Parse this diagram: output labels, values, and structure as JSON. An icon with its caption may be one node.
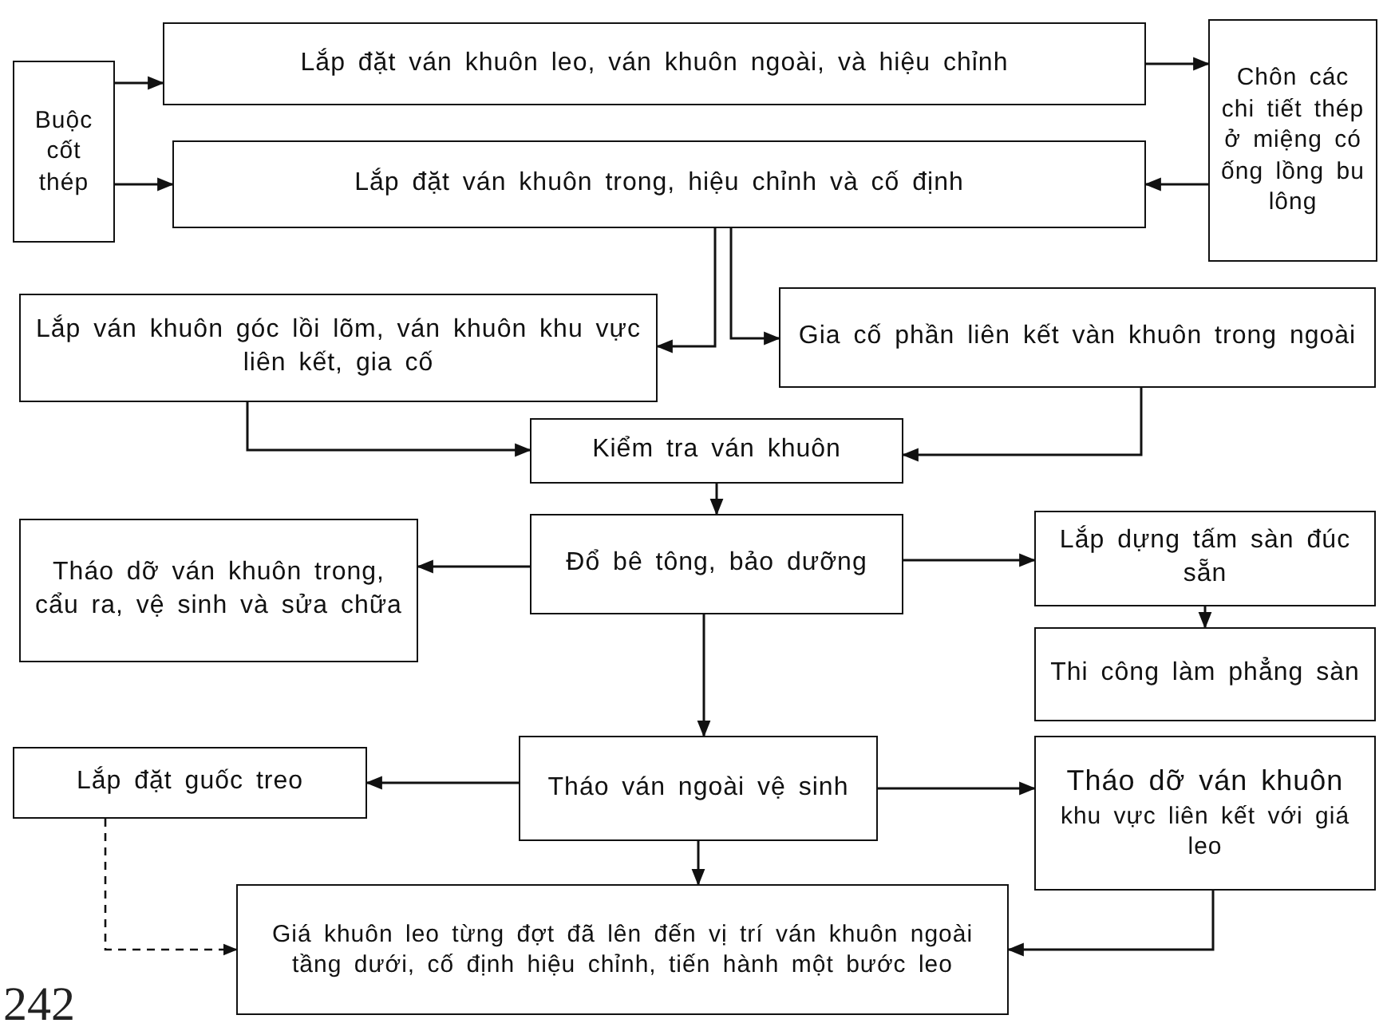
{
  "diagram": {
    "nodes": [
      {
        "text": [
          "Buộc cốt thép"
        ]
      },
      {
        "text": [
          "Lắp đặt ván khuôn leo, ván khuôn ngoài, và hiệu chỉnh"
        ]
      },
      {
        "text": [
          "Chôn các chi tiết thép ở miệng có ống lồng bu lông"
        ]
      },
      {
        "text": [
          "Lắp đặt ván khuôn trong, hiệu chỉnh và cố định"
        ]
      },
      {
        "text": [
          "Lắp ván khuôn góc lồi lõm, ván khuôn khu vực liên kết, gia cố"
        ]
      },
      {
        "text": [
          "Gia cố phần liên kết vàn khuôn trong ngoài"
        ]
      },
      {
        "text": [
          "Kiểm tra ván khuôn"
        ]
      },
      {
        "text": [
          "Tháo dỡ ván khuôn trong, cẩu ra, vệ sinh và sửa chữa"
        ]
      },
      {
        "text": [
          "Đổ bê tông, bảo dưỡng"
        ]
      },
      {
        "text": [
          "Lắp dựng tấm sàn đúc sẵn"
        ]
      },
      {
        "text": [
          "Thi công làm phẳng sàn"
        ]
      },
      {
        "text": [
          "Lắp đặt guốc treo"
        ]
      },
      {
        "text": [
          "Tháo ván ngoài vệ sinh"
        ]
      },
      {
        "text": [
          "Tháo dỡ ván khuôn",
          "khu vực liên kết với giá leo"
        ]
      },
      {
        "text": [
          "Giá khuôn leo từng đợt đã lên đến vị trí ván khuôn ngoài tầng dưới, cố định hiệu chỉnh, tiến hành một bước leo"
        ]
      }
    ],
    "edges": [
      {
        "from": 0,
        "to": 1,
        "arrow": "to"
      },
      {
        "from": 0,
        "to": 3,
        "arrow": "to"
      },
      {
        "from": 1,
        "to": 2,
        "arrow": "to"
      },
      {
        "from": 2,
        "to": 3,
        "arrow": "to"
      },
      {
        "from": 3,
        "to": 4,
        "arrow": "to"
      },
      {
        "from": 3,
        "to": 5,
        "arrow": "to"
      },
      {
        "from": 4,
        "to": 6,
        "arrow": "to"
      },
      {
        "from": 5,
        "to": 6,
        "arrow": "to"
      },
      {
        "from": 6,
        "to": 8,
        "arrow": "to"
      },
      {
        "from": 8,
        "to": 7,
        "arrow": "to"
      },
      {
        "from": 8,
        "to": 9,
        "arrow": "to"
      },
      {
        "from": 9,
        "to": 10,
        "arrow": "to"
      },
      {
        "from": 8,
        "to": 12,
        "arrow": "to"
      },
      {
        "from": 12,
        "to": 11,
        "arrow": "to"
      },
      {
        "from": 12,
        "to": 13,
        "arrow": "to"
      },
      {
        "from": 12,
        "to": 14,
        "arrow": "to"
      },
      {
        "from": 11,
        "to": 14,
        "arrow": "to",
        "style": "dashed"
      },
      {
        "from": 13,
        "to": 14,
        "arrow": "to"
      }
    ],
    "labels": [
      "242"
    ]
  }
}
